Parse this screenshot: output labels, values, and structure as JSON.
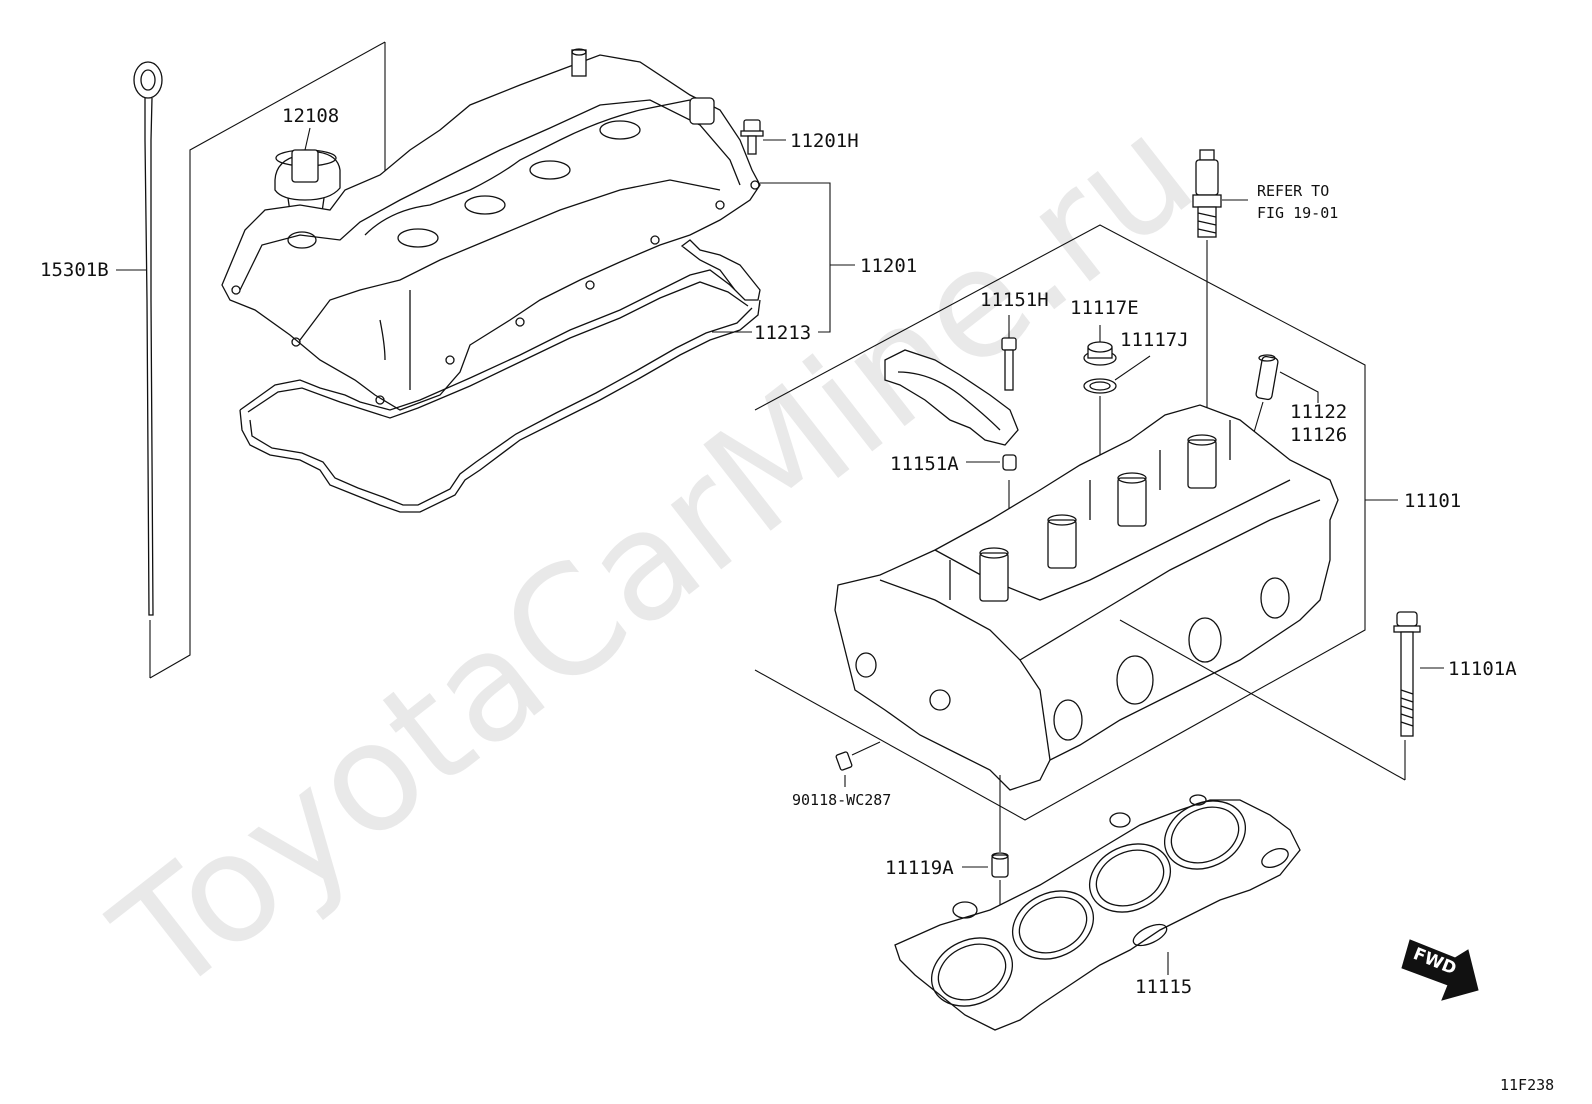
{
  "watermark": "ToyotaCarMine.ru",
  "figure_code": "11F238",
  "fwd_label": "FWD",
  "refer": {
    "line1": "REFER TO",
    "line2": "FIG 19-01"
  },
  "labels": {
    "p15301B": "15301B",
    "p12108": "12108",
    "p11201H": "11201H",
    "p11201": "11201",
    "p11213": "11213",
    "p11151H": "11151H",
    "p11117E": "11117E",
    "p11117J": "11117J",
    "p11122": "11122",
    "p11126": "11126",
    "p11151A": "11151A",
    "p11101": "11101",
    "p11101A": "11101A",
    "p90118": "90118-WC287",
    "p11119A": "11119A",
    "p11115": "11115"
  },
  "icons": [
    "dipstick-icon",
    "oil-filler-cap-icon",
    "cylinder-head-cover-icon",
    "cover-gasket-icon",
    "spark-plug-icon",
    "cylinder-head-icon",
    "head-bolt-icon",
    "head-gasket-icon",
    "fwd-arrow-icon"
  ]
}
